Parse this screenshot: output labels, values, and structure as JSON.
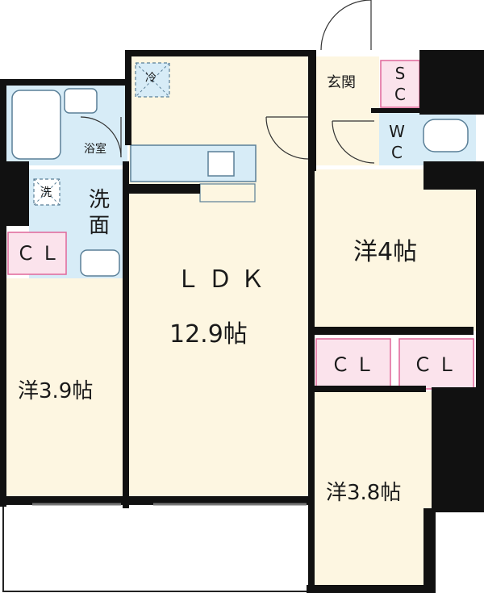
{
  "floorplan": {
    "rooms": {
      "ldk": "ＬＤＫ",
      "ldk_size": "12.9帖",
      "western_4": "洋4帖",
      "western_39": "洋3.9帖",
      "western_38": "洋3.8帖",
      "entrance": "玄関",
      "bath": "浴室",
      "washroom_1": "洗",
      "washroom_2": "面",
      "closet_sc_1": "S",
      "closet_sc_2": "C",
      "toilet_1": "W",
      "toilet_2": "C"
    },
    "closets": {
      "left": "ＣＬ",
      "middle": "ＣＬ",
      "right": "ＣＬ"
    },
    "appliances": {
      "refrigerator": "冷",
      "washer": "洗"
    },
    "colors": {
      "floor": "#fdf6e1",
      "wet_area": "#d7ecf7",
      "closet": "#fbe3ec",
      "closet_border": "#e0669a",
      "wall": "#111111",
      "fixture": "#5a7f97"
    }
  }
}
